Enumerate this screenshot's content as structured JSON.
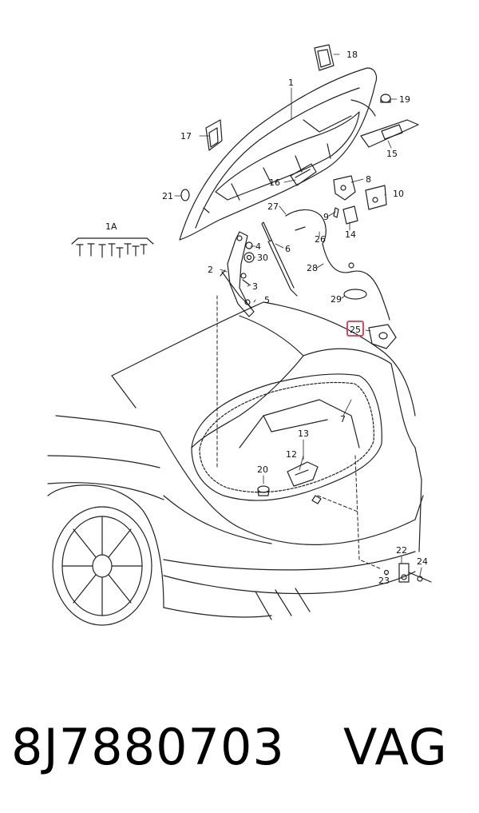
{
  "callouts": [
    {
      "id": "1",
      "label": "1"
    },
    {
      "id": "1A",
      "label": "1A"
    },
    {
      "id": "2",
      "label": "2"
    },
    {
      "id": "3",
      "label": "3"
    },
    {
      "id": "4",
      "label": "4"
    },
    {
      "id": "5",
      "label": "5"
    },
    {
      "id": "6",
      "label": "6"
    },
    {
      "id": "7",
      "label": "7"
    },
    {
      "id": "8",
      "label": "8"
    },
    {
      "id": "9",
      "label": "9"
    },
    {
      "id": "10",
      "label": "10"
    },
    {
      "id": "12",
      "label": "12"
    },
    {
      "id": "13",
      "label": "13"
    },
    {
      "id": "14",
      "label": "14"
    },
    {
      "id": "15",
      "label": "15"
    },
    {
      "id": "16",
      "label": "16"
    },
    {
      "id": "17",
      "label": "17"
    },
    {
      "id": "18",
      "label": "18"
    },
    {
      "id": "19",
      "label": "19"
    },
    {
      "id": "20",
      "label": "20"
    },
    {
      "id": "21",
      "label": "21"
    },
    {
      "id": "22",
      "label": "22"
    },
    {
      "id": "23",
      "label": "23"
    },
    {
      "id": "24",
      "label": "24"
    },
    {
      "id": "25",
      "label": "25"
    },
    {
      "id": "26",
      "label": "26"
    },
    {
      "id": "27",
      "label": "27"
    },
    {
      "id": "28",
      "label": "28"
    },
    {
      "id": "29",
      "label": "29"
    },
    {
      "id": "30",
      "label": "30"
    }
  ],
  "highlighted_callout": "25",
  "highlight_color": "#e0354a",
  "part_number": "8J7880703",
  "brand": "VAG"
}
